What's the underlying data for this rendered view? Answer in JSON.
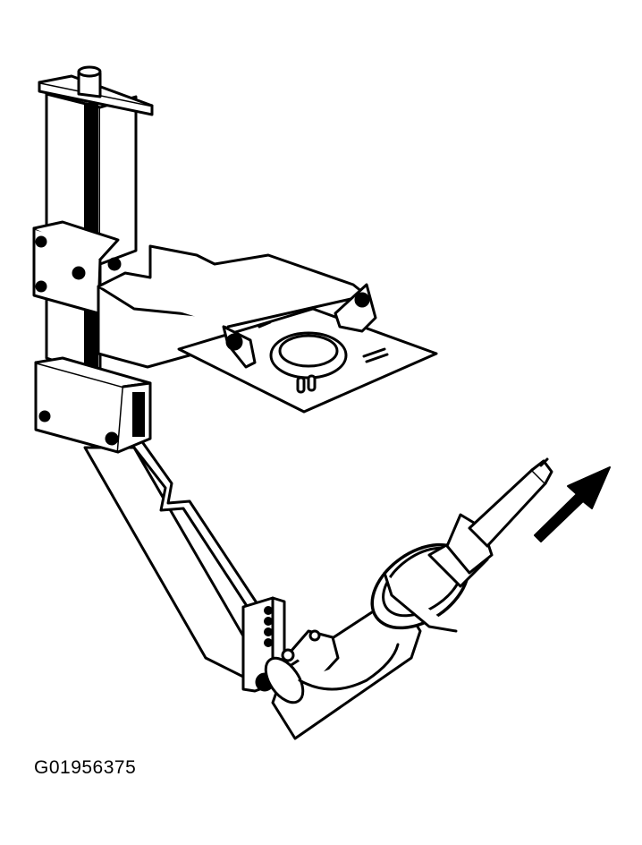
{
  "figure": {
    "id_label": "G01956375",
    "colors": {
      "line": "#000000",
      "fill": "#ffffff"
    },
    "components": [
      "spring-compressor-column",
      "compressor-upper-plate",
      "lower-arm-bracket",
      "strut-assembly",
      "removal-direction-arrow-icon"
    ]
  }
}
